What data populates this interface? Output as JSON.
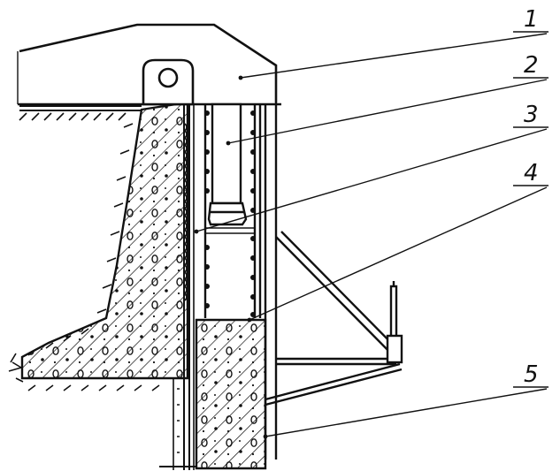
{
  "figure": {
    "labels": [
      {
        "id": "1",
        "text": "1"
      },
      {
        "id": "2",
        "text": "2"
      },
      {
        "id": "3",
        "text": "3"
      },
      {
        "id": "4",
        "text": "4"
      },
      {
        "id": "5",
        "text": "5"
      }
    ]
  },
  "colors": {
    "ink": "#111111",
    "paper": "#ffffff"
  }
}
